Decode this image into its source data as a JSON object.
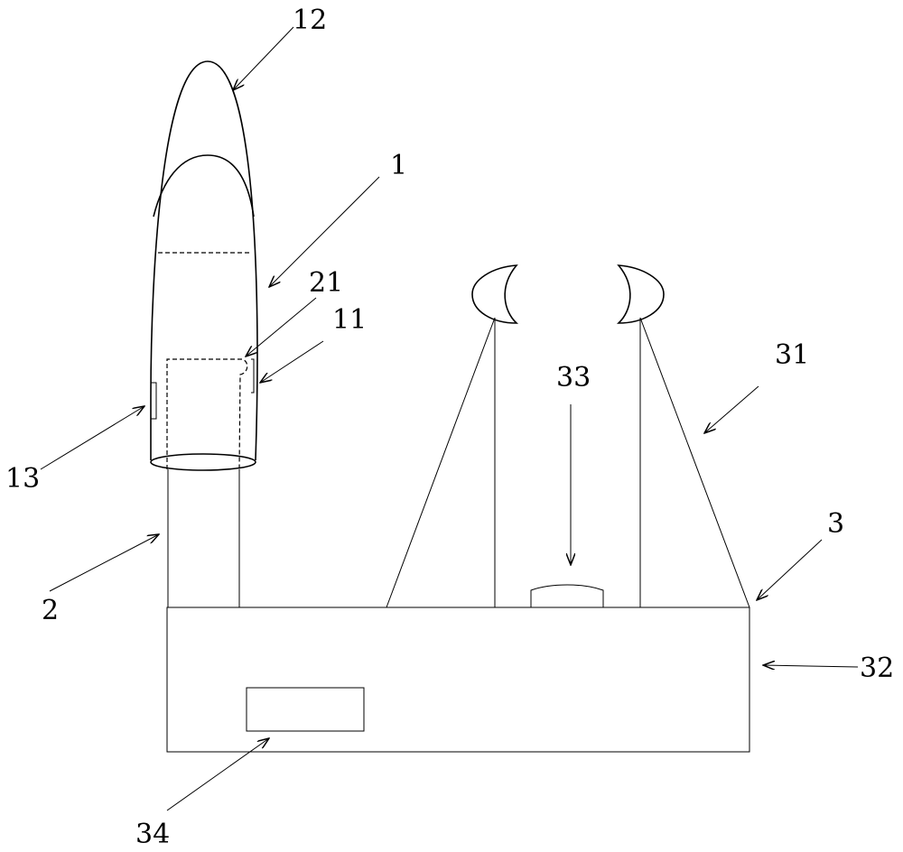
{
  "labels": {
    "finger_cot_12": "12",
    "sleeve_1": "1",
    "part_21": "21",
    "part_11": "11",
    "part_13": "13",
    "post_2": "2",
    "cup_33": "33",
    "frame_31": "31",
    "stand_3": "3",
    "base_32": "32",
    "panel_34": "34"
  }
}
